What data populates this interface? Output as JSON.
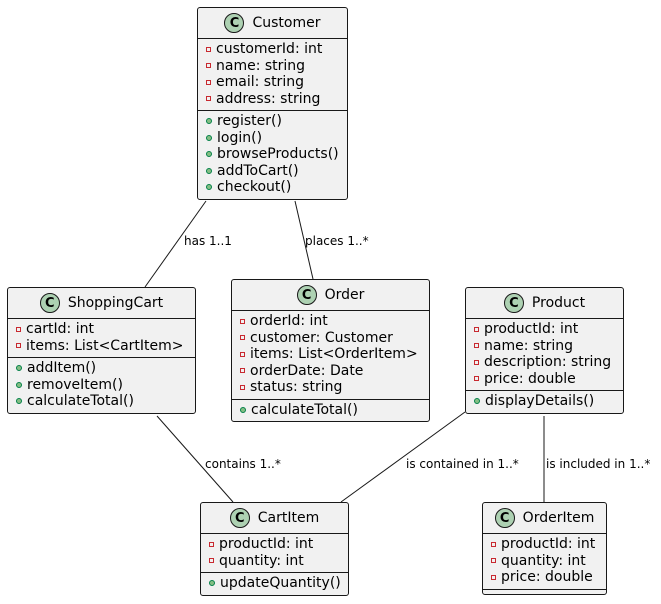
{
  "classes": [
    {
      "id": "customer",
      "name": "Customer",
      "attributes": [
        "customerId: int",
        "name: string",
        "email: string",
        "address: string"
      ],
      "methods": [
        "register()",
        "login()",
        "browseProducts()",
        "addToCart()",
        "checkout()"
      ]
    },
    {
      "id": "shoppingcart",
      "name": "ShoppingCart",
      "attributes": [
        "cartId: int",
        "items: List<CartItem>"
      ],
      "methods": [
        "addItem()",
        "removeItem()",
        "calculateTotal()"
      ]
    },
    {
      "id": "order",
      "name": "Order",
      "attributes": [
        "orderId: int",
        "customer: Customer",
        "items: List<OrderItem>",
        "orderDate: Date",
        "status: string"
      ],
      "methods": [
        "calculateTotal()"
      ]
    },
    {
      "id": "product",
      "name": "Product",
      "attributes": [
        "productId: int",
        "name: string",
        "description: string",
        "price: double"
      ],
      "methods": [
        "displayDetails()"
      ]
    },
    {
      "id": "cartitem",
      "name": "CartItem",
      "attributes": [
        "productId: int",
        "quantity: int"
      ],
      "methods": [
        "updateQuantity()"
      ]
    },
    {
      "id": "orderitem",
      "name": "OrderItem",
      "attributes": [
        "productId: int",
        "quantity: int",
        "price: double"
      ],
      "methods": []
    }
  ],
  "relations": [
    {
      "id": "customer-cart",
      "from": "customer",
      "to": "shoppingcart",
      "label": "has 1..1"
    },
    {
      "id": "customer-order",
      "from": "customer",
      "to": "order",
      "label": "places 1..*"
    },
    {
      "id": "cart-cartitem",
      "from": "shoppingcart",
      "to": "cartitem",
      "label": "contains 1..*"
    },
    {
      "id": "product-cartitem",
      "from": "product",
      "to": "cartitem",
      "label": "is contained in 1..*"
    },
    {
      "id": "product-orderitem",
      "from": "product",
      "to": "orderitem",
      "label": "is included in 1..*"
    }
  ],
  "class_glyph": "C",
  "colors": {
    "box_fill": "#f1f1f1",
    "border": "#181818",
    "glyph_fill": "#add1b2",
    "private_marker": "#c82930",
    "public_marker": "#84be84"
  }
}
